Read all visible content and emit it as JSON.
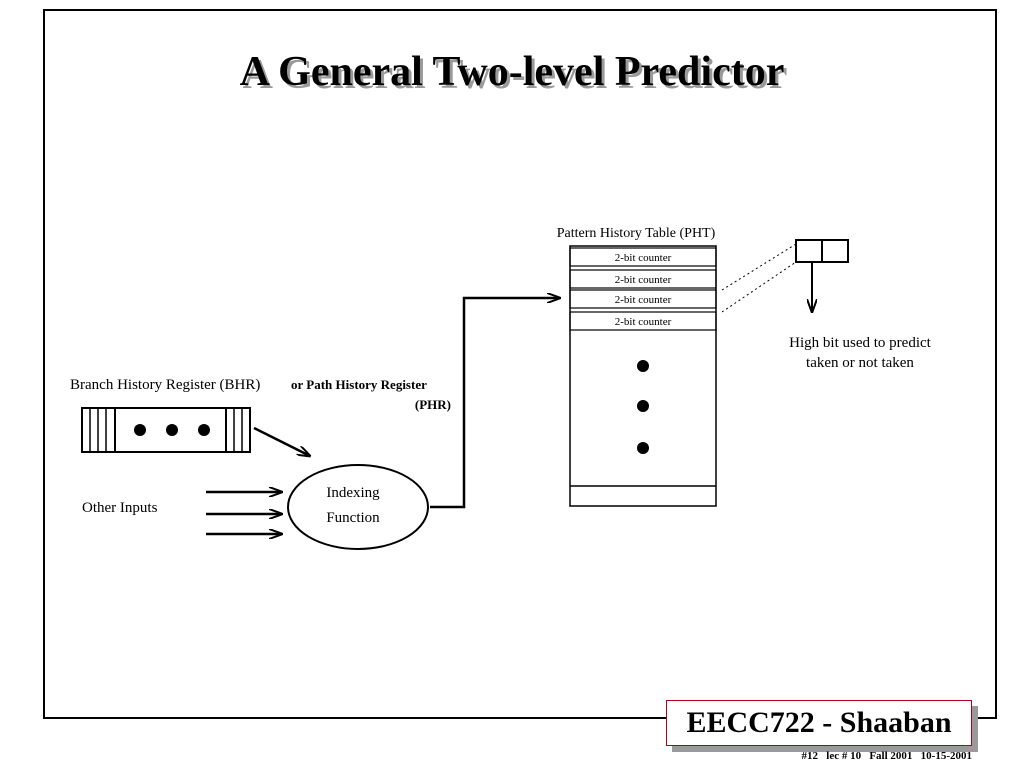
{
  "slide": {
    "title": "A General Two-level Predictor",
    "badge": "EECC722 - Shaaban",
    "footer": "#12   lec # 10   Fall 2001   10-15-2001"
  },
  "diagram": {
    "pht_title": "Pattern History Table (PHT)",
    "pht_rows": [
      "2-bit counter",
      "2-bit counter",
      "2-bit counter",
      "2-bit counter"
    ],
    "bhr_label": "Branch History Register (BHR)",
    "phr_label_1": "or Path History Register",
    "phr_label_2": "(PHR)",
    "other_inputs": "Other Inputs",
    "indexing_1": "Indexing",
    "indexing_2": "Function",
    "predict_1": "High bit used to predict",
    "predict_2": "taken or not taken"
  }
}
